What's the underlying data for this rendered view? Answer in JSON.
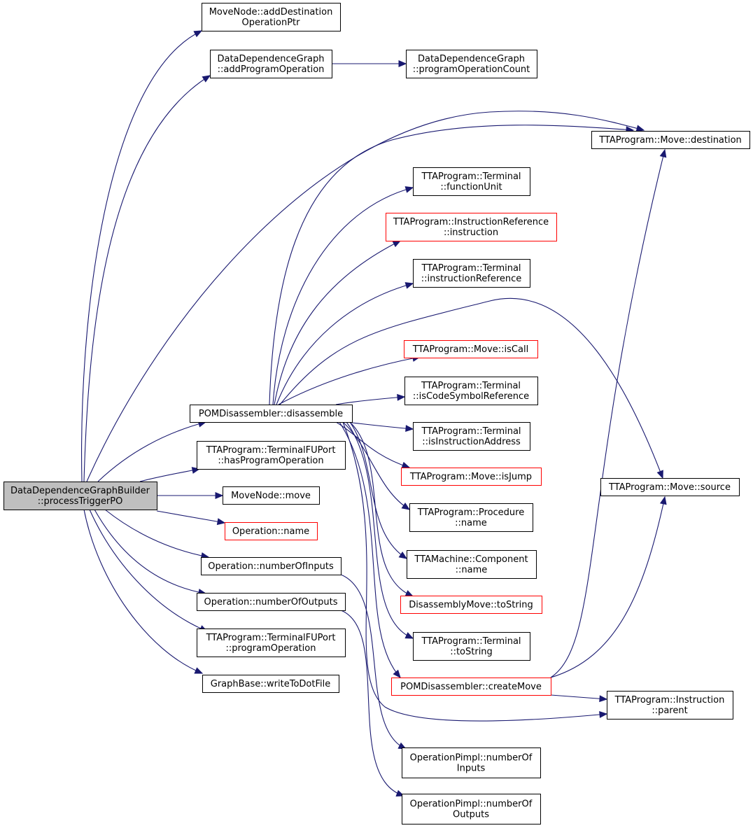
{
  "diagram": {
    "type": "call-graph",
    "colors": {
      "edge": "#191970",
      "node_border": "#000000",
      "node_border_truncated": "#ff0000",
      "root_fill": "#bfbfbf",
      "node_fill": "#ffffff"
    },
    "nodes": [
      {
        "id": "root",
        "lines": [
          "DataDependenceGraphBuilder",
          "::processTriggerPO"
        ],
        "style": "root"
      },
      {
        "id": "addDest",
        "lines": [
          "MoveNode::addDestination",
          "OperationPtr"
        ],
        "style": "normal"
      },
      {
        "id": "addProgOp",
        "lines": [
          "DataDependenceGraph",
          "::addProgramOperation"
        ],
        "style": "normal"
      },
      {
        "id": "progOpCount",
        "lines": [
          "DataDependenceGraph",
          "::programOperationCount"
        ],
        "style": "normal"
      },
      {
        "id": "destination",
        "lines": [
          "TTAProgram::Move::destination"
        ],
        "style": "normal"
      },
      {
        "id": "functionUnit",
        "lines": [
          "TTAProgram::Terminal",
          "::functionUnit"
        ],
        "style": "normal"
      },
      {
        "id": "instrRefInstr",
        "lines": [
          "TTAProgram::InstructionReference",
          "::instruction"
        ],
        "style": "red"
      },
      {
        "id": "instrRef",
        "lines": [
          "TTAProgram::Terminal",
          "::instructionReference"
        ],
        "style": "normal"
      },
      {
        "id": "isCall",
        "lines": [
          "TTAProgram::Move::isCall"
        ],
        "style": "red"
      },
      {
        "id": "isCodeSym",
        "lines": [
          "TTAProgram::Terminal",
          "::isCodeSymbolReference"
        ],
        "style": "normal"
      },
      {
        "id": "disassemble",
        "lines": [
          "POMDisassembler::disassemble"
        ],
        "style": "normal"
      },
      {
        "id": "isInstrAddr",
        "lines": [
          "TTAProgram::Terminal",
          "::isInstructionAddress"
        ],
        "style": "normal"
      },
      {
        "id": "hasProgOp",
        "lines": [
          "TTAProgram::TerminalFUPort",
          "::hasProgramOperation"
        ],
        "style": "normal"
      },
      {
        "id": "isJump",
        "lines": [
          "TTAProgram::Move::isJump"
        ],
        "style": "red"
      },
      {
        "id": "source",
        "lines": [
          "TTAProgram::Move::source"
        ],
        "style": "normal"
      },
      {
        "id": "move",
        "lines": [
          "MoveNode::move"
        ],
        "style": "normal"
      },
      {
        "id": "procName",
        "lines": [
          "TTAProgram::Procedure",
          "::name"
        ],
        "style": "normal"
      },
      {
        "id": "opName",
        "lines": [
          "Operation::name"
        ],
        "style": "red"
      },
      {
        "id": "compName",
        "lines": [
          "TTAMachine::Component",
          "::name"
        ],
        "style": "normal"
      },
      {
        "id": "numInputs",
        "lines": [
          "Operation::numberOfInputs"
        ],
        "style": "normal"
      },
      {
        "id": "numOutputs",
        "lines": [
          "Operation::numberOfOutputs"
        ],
        "style": "normal"
      },
      {
        "id": "dmToString",
        "lines": [
          "DisassemblyMove::toString"
        ],
        "style": "red"
      },
      {
        "id": "progOp",
        "lines": [
          "TTAProgram::TerminalFUPort",
          "::programOperation"
        ],
        "style": "normal"
      },
      {
        "id": "termToString",
        "lines": [
          "TTAProgram::Terminal",
          "::toString"
        ],
        "style": "normal"
      },
      {
        "id": "writeDot",
        "lines": [
          "GraphBase::writeToDotFile"
        ],
        "style": "normal"
      },
      {
        "id": "createMove",
        "lines": [
          "POMDisassembler::createMove"
        ],
        "style": "red"
      },
      {
        "id": "parent",
        "lines": [
          "TTAProgram::Instruction",
          "::parent"
        ],
        "style": "normal"
      },
      {
        "id": "pimplIn",
        "lines": [
          "OperationPimpl::numberOf",
          "Inputs"
        ],
        "style": "normal"
      },
      {
        "id": "pimplOut",
        "lines": [
          "OperationPimpl::numberOf",
          "Outputs"
        ],
        "style": "normal"
      }
    ],
    "edges": [
      [
        "root",
        "addDest"
      ],
      [
        "root",
        "addProgOp"
      ],
      [
        "root",
        "destination"
      ],
      [
        "root",
        "disassemble"
      ],
      [
        "root",
        "hasProgOp"
      ],
      [
        "root",
        "move"
      ],
      [
        "root",
        "opName"
      ],
      [
        "root",
        "numInputs"
      ],
      [
        "root",
        "numOutputs"
      ],
      [
        "root",
        "progOp"
      ],
      [
        "root",
        "writeDot"
      ],
      [
        "addProgOp",
        "progOpCount"
      ],
      [
        "disassemble",
        "destination"
      ],
      [
        "disassemble",
        "functionUnit"
      ],
      [
        "disassemble",
        "instrRefInstr"
      ],
      [
        "disassemble",
        "instrRef"
      ],
      [
        "disassemble",
        "isCall"
      ],
      [
        "disassemble",
        "isCodeSym"
      ],
      [
        "disassemble",
        "isInstrAddr"
      ],
      [
        "disassemble",
        "isJump"
      ],
      [
        "disassemble",
        "source"
      ],
      [
        "disassemble",
        "procName"
      ],
      [
        "disassemble",
        "compName"
      ],
      [
        "disassemble",
        "dmToString"
      ],
      [
        "disassemble",
        "termToString"
      ],
      [
        "disassemble",
        "createMove"
      ],
      [
        "disassemble",
        "parent"
      ],
      [
        "numInputs",
        "pimplIn"
      ],
      [
        "numOutputs",
        "pimplOut"
      ],
      [
        "createMove",
        "destination"
      ],
      [
        "createMove",
        "source"
      ],
      [
        "createMove",
        "parent"
      ]
    ]
  }
}
